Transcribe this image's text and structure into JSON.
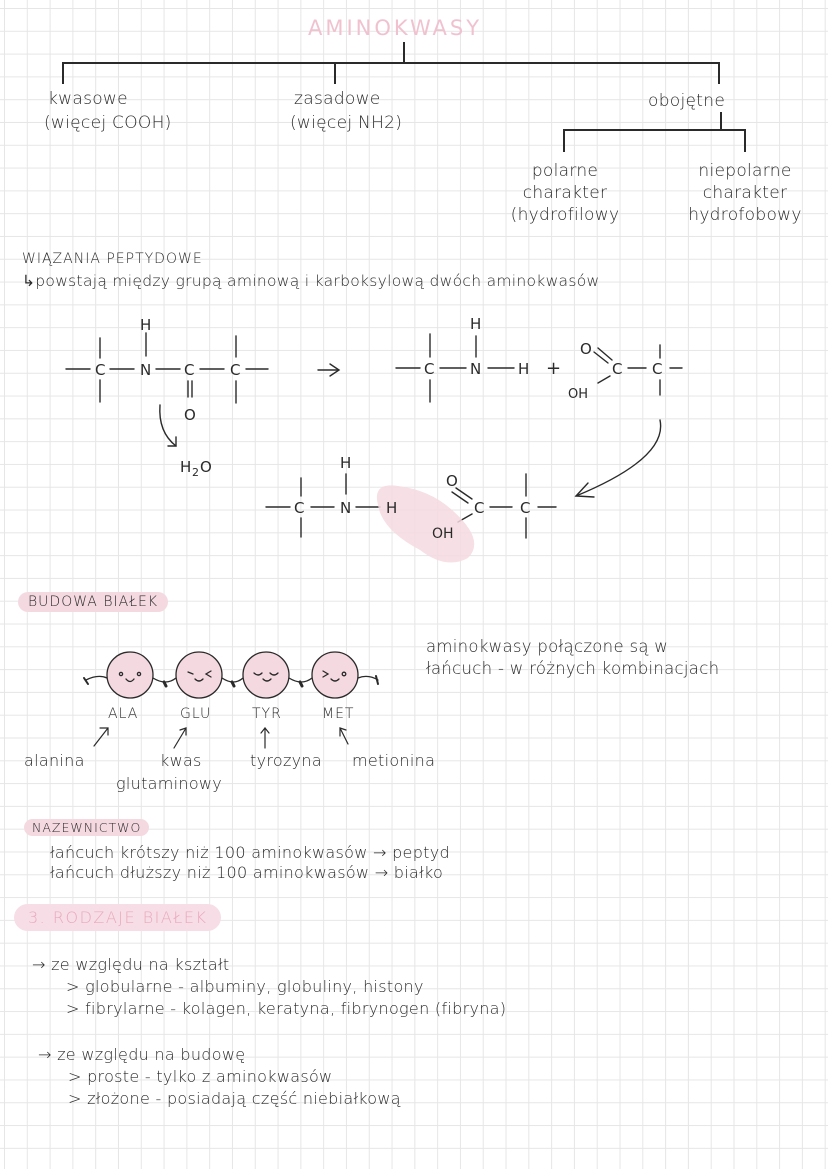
{
  "title": "AMINOKWASY",
  "classification": {
    "acidic": {
      "name": "kwasowe",
      "detail": "(więcej COOH)"
    },
    "basic": {
      "name": "zasadowe",
      "detail": "(więcej NH2)"
    },
    "neutral": {
      "name": "obojętne",
      "polar": {
        "name": "polarne",
        "line2": "charakter",
        "line3": "(hydrofilowy"
      },
      "nonpolar": {
        "name": "niepolarne",
        "line2": "charakter",
        "line3": "hydrofobowy"
      }
    }
  },
  "peptide_bonds": {
    "heading": "WIĄZANIA PEPTYDOWE",
    "description": "↳powstają między grupą aminową i karboksylową dwóch aminokwasów",
    "reaction": {
      "water": "H2O",
      "arrow": "→",
      "plus": "+",
      "atoms": {
        "C": "C",
        "N": "N",
        "H": "H",
        "O": "O",
        "OH": "OH"
      }
    }
  },
  "protein_structure": {
    "heading": "BUDOWA BIAŁEK",
    "amino_acids": [
      {
        "code": "ALA",
        "name": "alanina",
        "face": "o ◡ o"
      },
      {
        "code": "GLU",
        "name": "kwas glutaminowy",
        "name_line1": "kwas",
        "name_line2": "glutaminowy",
        "face": "˃ ᴗ ˂"
      },
      {
        "code": "TYR",
        "name": "tyrozyna",
        "face": "◡ ᴗ ◡"
      },
      {
        "code": "MET",
        "name": "metionina",
        "face": "˃ ᴗ o"
      }
    ],
    "note_line1": "aminokwasy połączone są w",
    "note_line2": "łańcuch - w różnych kombinacjach"
  },
  "nomenclature": {
    "heading": "NAZEWNICTWO",
    "lines": [
      "łańcuch krótszy niż 100 aminokwasów → peptyd",
      "łańcuch dłuższy niż 100 aminokwasów → białko"
    ]
  },
  "protein_types": {
    "heading": "3. RODZAJE BIAŁEK",
    "groups": [
      {
        "title": "→ ze względu na kształt",
        "items": [
          "> globularne - albuminy, globuliny, histony",
          "> fibrylarne - kolagen, keratyna, fibrynogen (fibryna)"
        ]
      },
      {
        "title": "→ ze względu na budowę",
        "items": [
          "> proste - tylko z aminokwasów",
          "> złożone - posiadają część niebiałkową"
        ]
      }
    ]
  },
  "colors": {
    "pink_highlight": "#f4d9e1",
    "pink_text": "#f0c2d0",
    "ink": "#2a2a2a",
    "grid": "#e6e6e6"
  }
}
